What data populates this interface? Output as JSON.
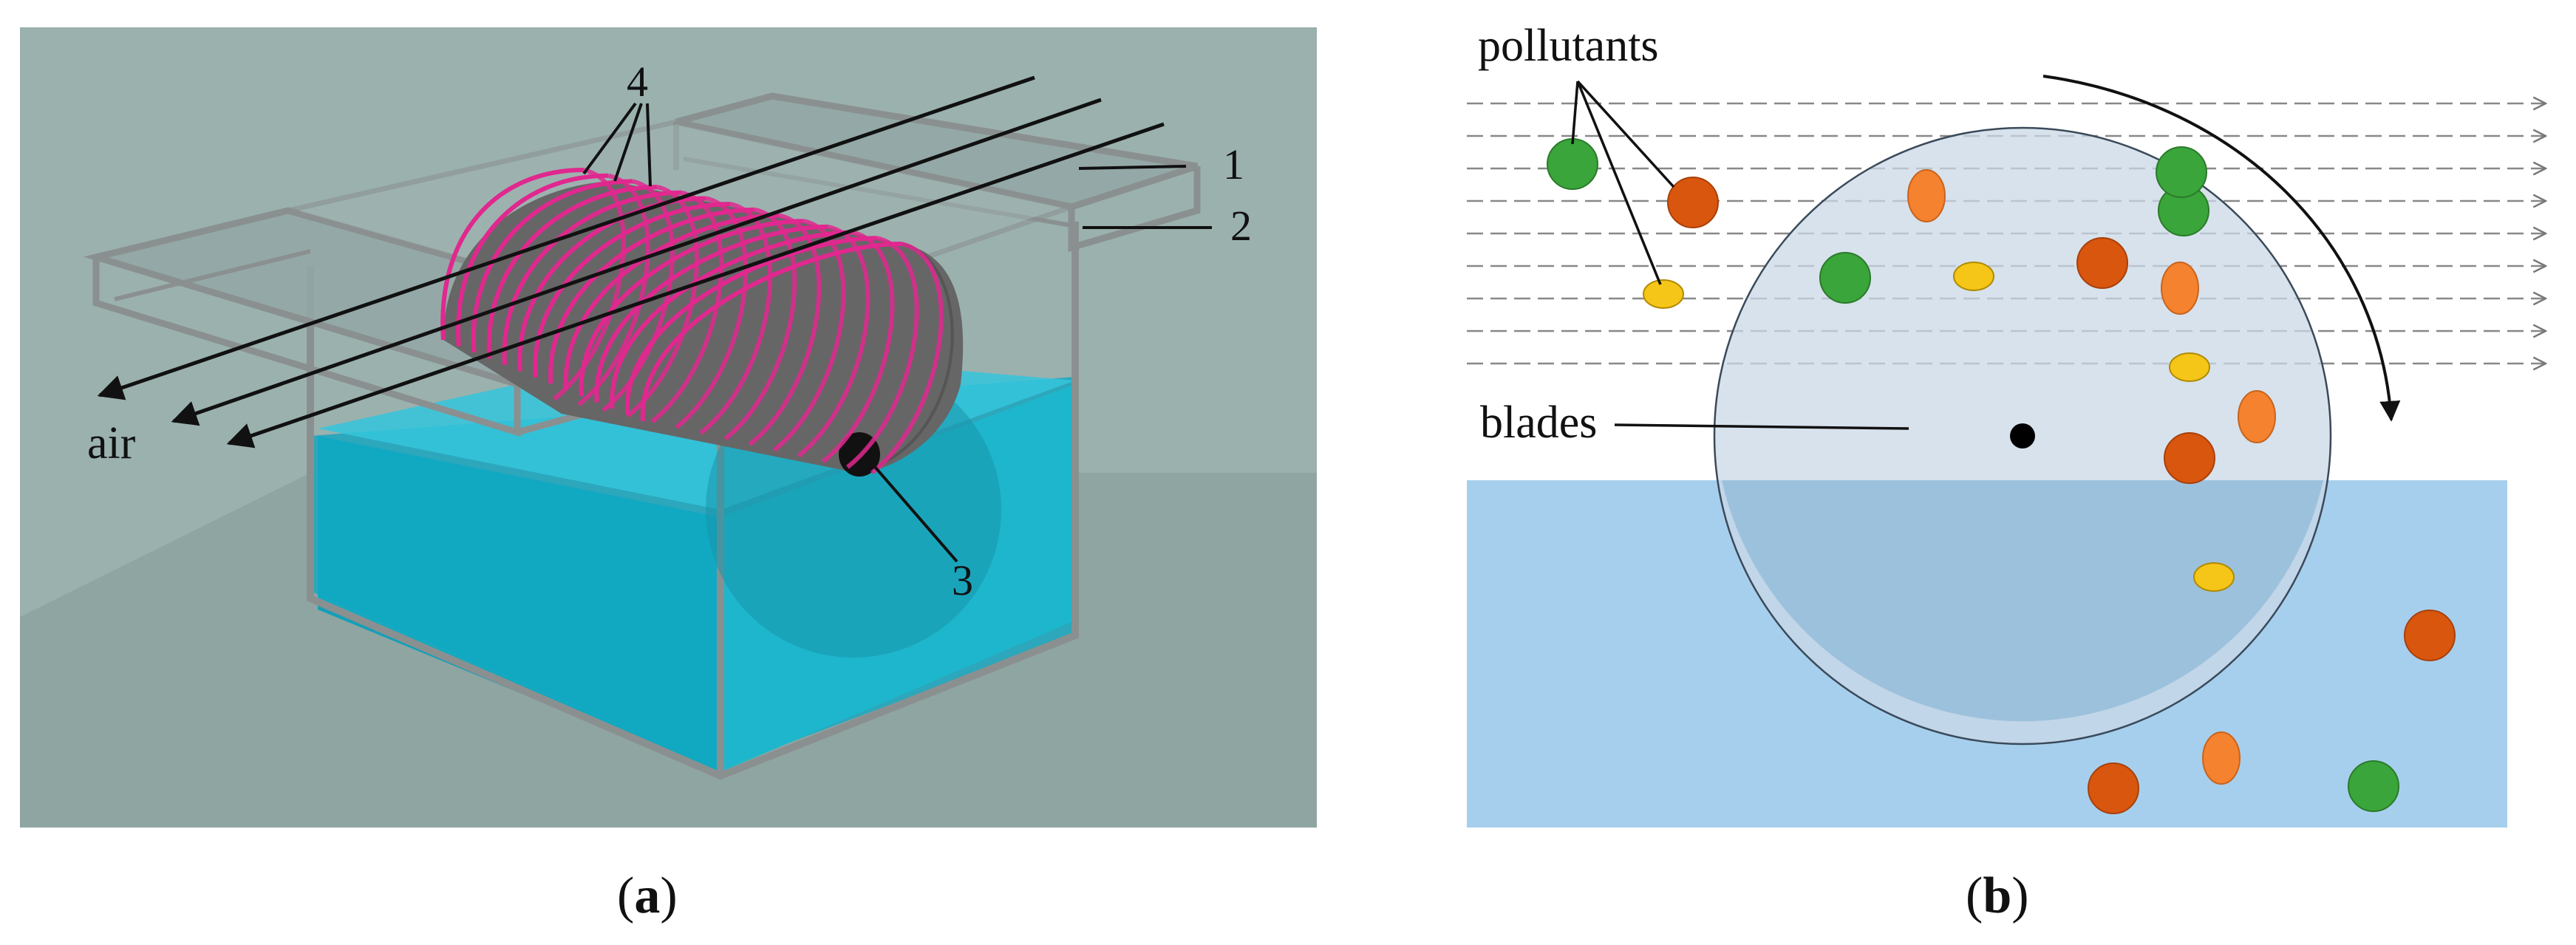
{
  "panel_a": {
    "callouts": {
      "n1": "1",
      "n2": "2",
      "n3": "3",
      "n4": "4"
    },
    "air_label": "air",
    "caption_letter": "a",
    "colors": {
      "background": "#9bb1ae",
      "water": "#1fb3c9",
      "blades": "#e0288f",
      "drum": "#666666",
      "frame": "#8f9696"
    }
  },
  "panel_b": {
    "pollutants_label": "pollutants",
    "blades_label": "blades",
    "caption_letter": "b",
    "colors": {
      "water": "#a6cfed",
      "drum": "#c9d8e6",
      "green": "#3aa53a",
      "dark_orange": "#d9560e",
      "light_orange": "#f5822e",
      "yellow": "#f5c518"
    },
    "particles": [
      {
        "color": "green",
        "shape": "round"
      },
      {
        "color": "dark_orange",
        "shape": "round"
      },
      {
        "color": "light_orange",
        "shape": "oval"
      },
      {
        "color": "yellow",
        "shape": "flat"
      },
      {
        "color": "green",
        "shape": "round"
      },
      {
        "color": "yellow",
        "shape": "flat"
      },
      {
        "color": "light_orange",
        "shape": "oval"
      },
      {
        "color": "dark_orange",
        "shape": "round"
      },
      {
        "color": "green",
        "shape": "round"
      },
      {
        "color": "light_orange",
        "shape": "oval"
      },
      {
        "color": "yellow",
        "shape": "flat"
      },
      {
        "color": "green",
        "shape": "round"
      },
      {
        "color": "dark_orange",
        "shape": "round"
      },
      {
        "color": "yellow",
        "shape": "flat"
      },
      {
        "color": "dark_orange",
        "shape": "round"
      },
      {
        "color": "light_orange",
        "shape": "oval"
      },
      {
        "color": "dark_orange",
        "shape": "round"
      },
      {
        "color": "green",
        "shape": "round"
      }
    ]
  }
}
